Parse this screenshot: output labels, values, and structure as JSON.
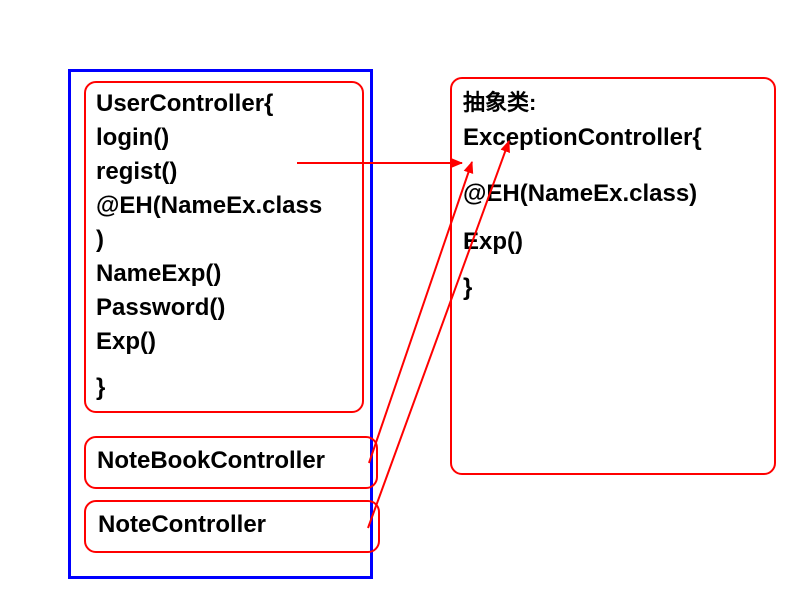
{
  "user_controller": {
    "lines": [
      "UserController{",
      "login()",
      "regist()",
      "@EH(NameEx.class",
      ")",
      "NameExp()",
      "Password()",
      "Exp()",
      "}"
    ]
  },
  "notebook_controller": {
    "label": "NoteBookController"
  },
  "note_controller": {
    "label": "NoteController"
  },
  "exception_controller": {
    "lines": [
      "抽象类:",
      "ExceptionController{",
      "@EH(NameEx.class)",
      "Exp()",
      "}"
    ]
  },
  "colors": {
    "frame": "#0000ff",
    "box": "#ff0000",
    "arrow": "#ff0000",
    "text": "#000000"
  }
}
